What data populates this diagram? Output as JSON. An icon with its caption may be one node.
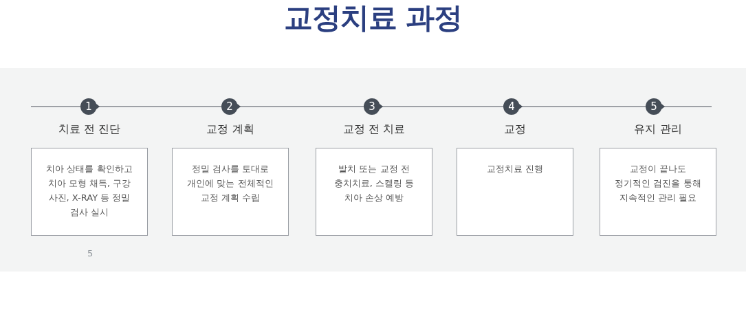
{
  "diagram": {
    "title": "교정치료 과정",
    "nodes": [
      {
        "text": [
          "1"
        ]
      },
      {
        "text": [
          "2"
        ]
      },
      {
        "text": [
          "3"
        ]
      },
      {
        "text": [
          "4"
        ]
      },
      {
        "text": [
          "5"
        ]
      },
      {
        "text": [
          "치료 전 진단",
          "치아 상태를 확인하고 치아 모형 채득, 구강 사진, X-RAY 등 정밀 검사 실시"
        ]
      },
      {
        "text": [
          "교정 계획",
          "정밀 검사를 토대로 개인에 맞는 전체적인 교정 계획 수립"
        ]
      },
      {
        "text": [
          "교정 전 치료",
          "발치 또는 교정 전 충치치료, 스켈링 등 치아 손상 예방"
        ]
      },
      {
        "text": [
          "교정",
          "교정치료 진행"
        ]
      },
      {
        "text": [
          "유지 관리",
          "교정이 끝나도 정기적인 검진을 통해 지속적인 관리 필요"
        ]
      }
    ],
    "edges": [
      {
        "from": null,
        "to": 0,
        "arrow": "none"
      },
      {
        "from": 0,
        "to": 1,
        "arrow": "none"
      },
      {
        "from": 1,
        "to": 2,
        "arrow": "none"
      },
      {
        "from": 2,
        "to": 3,
        "arrow": "none"
      },
      {
        "from": 3,
        "to": 4,
        "arrow": "none"
      },
      {
        "from": 4,
        "to": null,
        "arrow": "none"
      }
    ],
    "labels": [
      "5"
    ]
  }
}
